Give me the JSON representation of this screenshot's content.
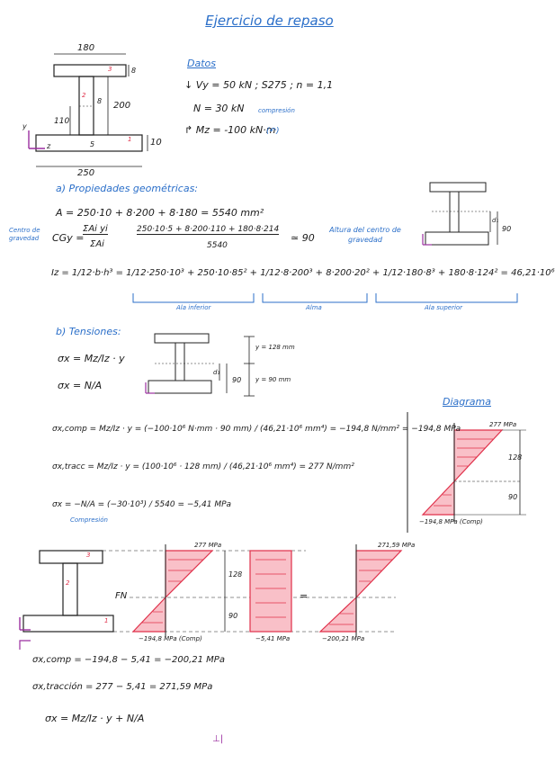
{
  "title": "Ejercicio de repaso",
  "dims": {
    "top_width": "180",
    "top_flange_h": "8",
    "web_h": "200",
    "web_t": "8",
    "cg": "110",
    "bot_t": "5",
    "bot_flange_h": "10",
    "bot_width": "250",
    "y_axis": "y",
    "z_axis": "z",
    "num1": "1",
    "num2": "2",
    "num3": "3"
  },
  "datos": {
    "heading": "Datos",
    "line1": "↓ Vy = 50 kN ;  S275 ;  n = 1,1",
    "line2": "N = 30 kN",
    "line2_note": "compresión",
    "line3": "↱ Mz = -100 kN·m",
    "line3_note": "(↶)"
  },
  "section_a": {
    "heading": "a) Propiedades geométricas:",
    "area": "A = 250·10 + 8·200 + 8·180 = 5540 mm²",
    "cg_label": "Centro de gravedad",
    "cg_left": "CGy =",
    "cg_frac_num": "ΣAi yi",
    "cg_frac_den": "ΣAi",
    "cg_num": "250·10·5 + 8·200·110 + 180·8·214",
    "cg_den": "5540",
    "cg_result": "≃ 90",
    "cg_right_label": "Altura del centro de gravedad",
    "mini_d1": "d₁",
    "mini_90": "90",
    "iz": "Iz = 1/12·b·h³ = 1/12·250·10³ + 250·10·85² + 1/12·8·200³ + 8·200·20² + 1/12·180·8³ + 180·8·124² = 46,21·10⁶",
    "brace1": "Ala inferior",
    "brace2": "Alma",
    "brace3": "Ala superior"
  },
  "section_b": {
    "heading": "b) Tensiones:",
    "eq1": "σx = Mz/Iz · y",
    "eq2": "σx = N/A",
    "y_top": "y = 128 mm",
    "y_bot": "y = 90 mm",
    "mini_d1": "d₁",
    "mini_90": "90"
  },
  "calcs": {
    "comp": "σx,comp = Mz/Iz · y = (−100·10⁶ N·mm · 90 mm) / (46,21·10⁶ mm⁴) = −194,8 N/mm² = −194,8 MPa",
    "tracc": "σx,tracc = Mz/Iz · y = (100·10⁶ · 128 mm) / (46,21·10⁶ mm⁴) = 277 N/mm²",
    "axial": "σx = −N/A = (−30·10³) / 5540 = −5,41 MPa",
    "axial_note": "Compresión"
  },
  "diagram": {
    "heading": "Diagrama",
    "top": "277 MPa",
    "d128": "128",
    "d90": "90",
    "bottom": "−194,8 MPa (Comp)"
  },
  "bottom_diagram": {
    "fn": "FN",
    "top1": "277 MPa",
    "d128": "128",
    "d90": "90",
    "bot1": "−194,8 MPa (Comp)",
    "bot2": "−5,41 MPa",
    "equals": "=",
    "top3": "271,59 MPa",
    "bot3": "−200,21 MPa"
  },
  "final": {
    "comp": "σx,comp = −194,8 − 5,41 = −200,21 MPa",
    "tracc": "σx,tracción = 277 − 5,41 = 271,59 MPa",
    "formula": "σx = Mz/Iz · y + N/A",
    "end_mark": "⊥|"
  },
  "colors": {
    "pink": "#f7a8b4",
    "red": "#e0304a",
    "blue": "#2b6fc9",
    "purple": "#9b2fa0"
  }
}
